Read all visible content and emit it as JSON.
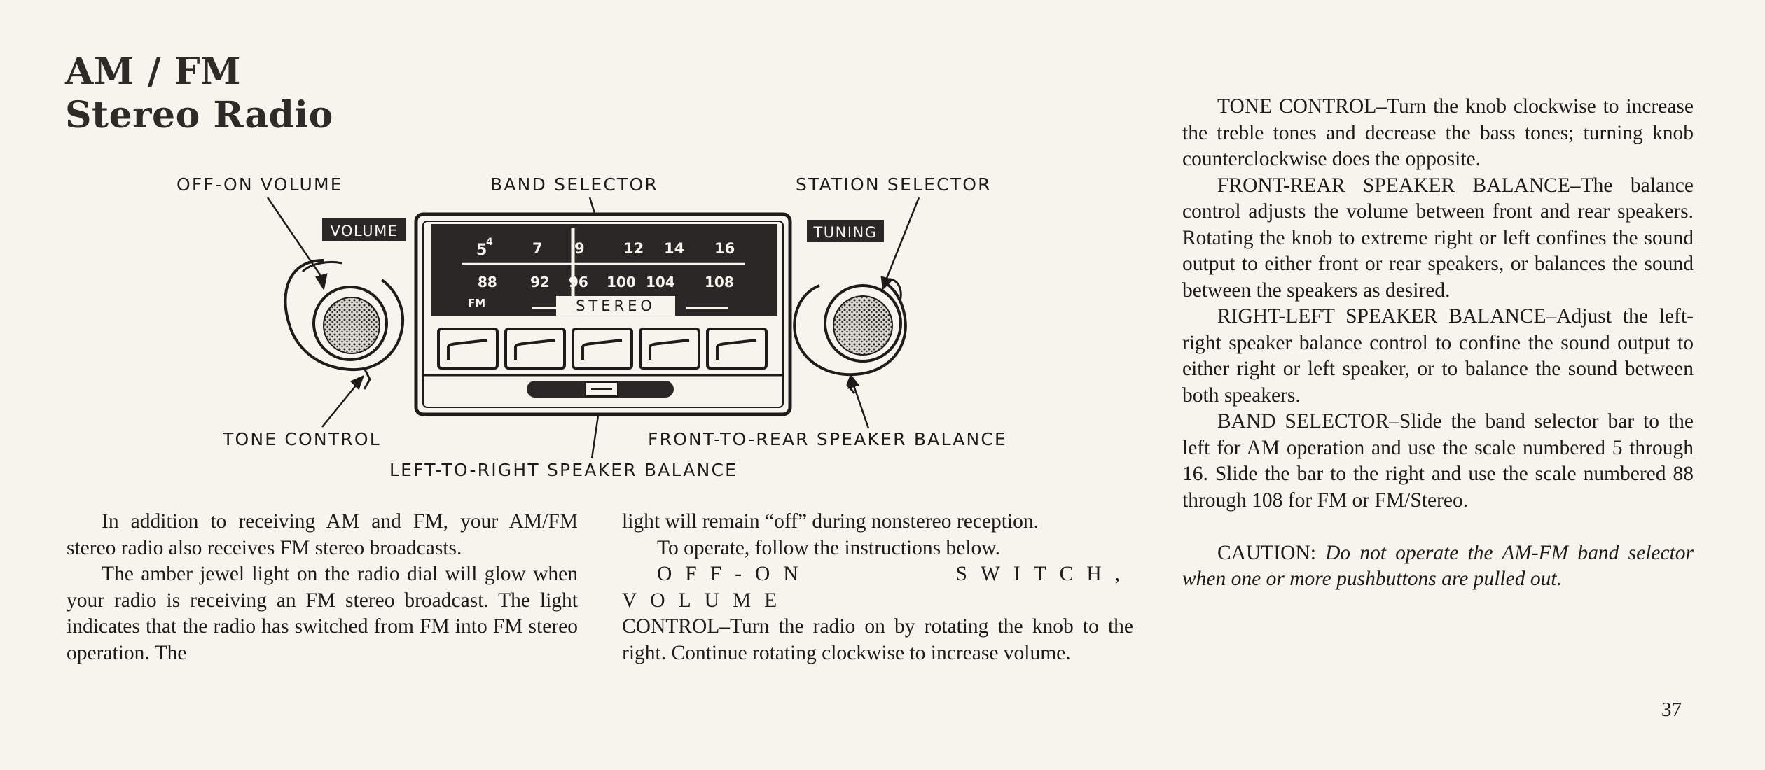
{
  "title": {
    "line1": "AM / FM",
    "line2": "Stereo Radio"
  },
  "diagram": {
    "labels": {
      "off_on_volume": "OFF-ON VOLUME",
      "band_selector": "BAND SELECTOR",
      "station_selector": "STATION SELECTOR",
      "tone_control": "TONE CONTROL",
      "front_to_rear": "FRONT-TO-REAR SPEAKER BALANCE",
      "left_to_right": "LEFT-TO-RIGHT SPEAKER BALANCE"
    },
    "knob_tags": {
      "volume": "VOLUME",
      "tuning": "TUNING"
    },
    "dial": {
      "am_top": "5",
      "am_sup": "4",
      "am_scale": [
        "7",
        "9",
        "12",
        "14",
        "16"
      ],
      "fm_scale": [
        "88",
        "92",
        "96",
        "100",
        "104",
        "108"
      ],
      "fm_label": "FM",
      "stereo_label": "STEREO"
    }
  },
  "columns": {
    "col1": [
      "In addition to receiving AM and FM, your AM/FM stereo radio also receives FM stereo broadcasts.",
      "The amber jewel light on the radio dial will glow when your radio is receiving an FM stereo broadcast. The light indicates that the radio has switched from FM into FM stereo operation. The"
    ],
    "col2": {
      "p1": "light will remain “off” during nonstereo reception.",
      "p2": "To operate, follow the instructions below.",
      "switch_heading": "OFF-ON SWITCH, VOLUME",
      "p3": "CONTROL–Turn the radio on by rotating the knob to the right. Continue rotating clockwise to increase volume."
    },
    "col3": {
      "tone": "TONE CONTROL–Turn the knob clockwise to increase the treble tones and decrease the bass tones; turning knob counterclockwise does the opposite.",
      "front_rear": "FRONT-REAR SPEAKER BALANCE–The balance control adjusts the volume between front and rear speakers. Rotating the knob to extreme right or left confines the sound output to either front or rear speakers, or balances the sound between the speakers as desired.",
      "right_left": "RIGHT-LEFT SPEAKER BALANCE–Adjust the left-right speaker balance control to confine the sound output to either right or left speaker, or to balance the sound between both speakers.",
      "band": "BAND SELECTOR–Slide the band selector bar to the left for AM operation and use the scale numbered 5 through 16. Slide the bar to the right and use the scale numbered 88 through 108 for FM or FM/Stereo.",
      "caution_label": "CAUTION:",
      "caution_text": "Do not operate the AM-FM band selector when one or more pushbuttons are pulled out."
    }
  },
  "page_number": "37"
}
